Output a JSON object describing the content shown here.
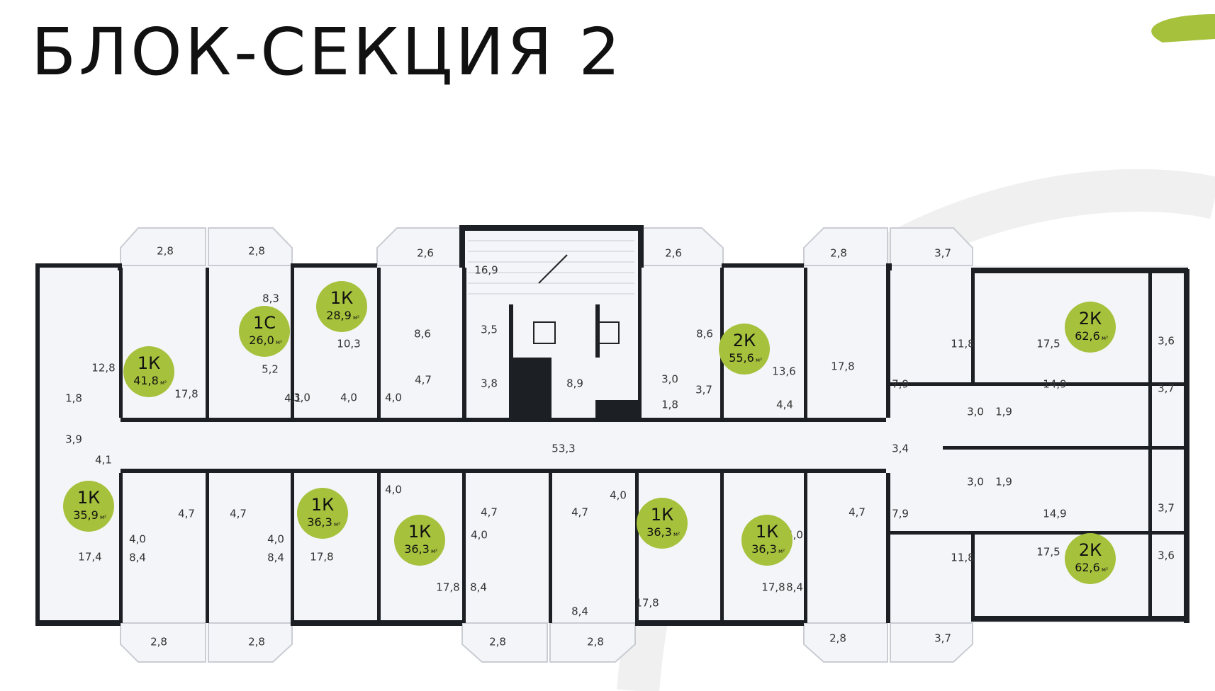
{
  "title": "БЛОК-СЕКЦИЯ 2",
  "colors": {
    "badge": "#a6c13c",
    "wall": "#1c1f24",
    "floor": "#f4f5f9",
    "accent_bg": "#eeeeee"
  },
  "unit": "м²",
  "apartments": [
    {
      "type": "1К",
      "area": "41,8"
    },
    {
      "type": "1С",
      "area": "26,0"
    },
    {
      "type": "1К",
      "area": "28,9"
    },
    {
      "type": "2К",
      "area": "55,6"
    },
    {
      "type": "2К",
      "area": "62,6"
    },
    {
      "type": "1К",
      "area": "35,9"
    },
    {
      "type": "1К",
      "area": "36,3"
    },
    {
      "type": "1К",
      "area": "36,3"
    },
    {
      "type": "1К",
      "area": "36,3"
    },
    {
      "type": "1К",
      "area": "36,3"
    },
    {
      "type": "2К",
      "area": "62,6"
    }
  ],
  "rooms": [
    "2,8",
    "2,8",
    "2,6",
    "16,9",
    "2,6",
    "2,8",
    "3,7",
    "8,3",
    "12,8",
    "17,8",
    "5,2",
    "10,3",
    "8,6",
    "3,5",
    "8,6",
    "13,6",
    "17,8",
    "11,8",
    "17,5",
    "3,6",
    "1,8",
    "4,1",
    "3,0",
    "4,0",
    "4,0",
    "4,7",
    "3,8",
    "8,9",
    "3,0",
    "3,7",
    "1,8",
    "4,4",
    "7,9",
    "3,0",
    "1,9",
    "14,9",
    "3,7",
    "3,9",
    "4,1",
    "53,3",
    "3,4",
    "3,0",
    "1,9",
    "4,0",
    "4,7",
    "4,7",
    "4,0",
    "4,7",
    "4,7",
    "4,7",
    "7,9",
    "14,9",
    "3,7",
    "4,0",
    "8,4",
    "4,0",
    "8,4",
    "17,4",
    "17,8",
    "17,8",
    "4,0",
    "8,4",
    "17,8",
    "17,8",
    "4,0",
    "8,4",
    "11,8",
    "17,5",
    "3,6",
    "8,4",
    "2,8",
    "2,8",
    "2,8",
    "2,8",
    "2,8",
    "3,7"
  ]
}
